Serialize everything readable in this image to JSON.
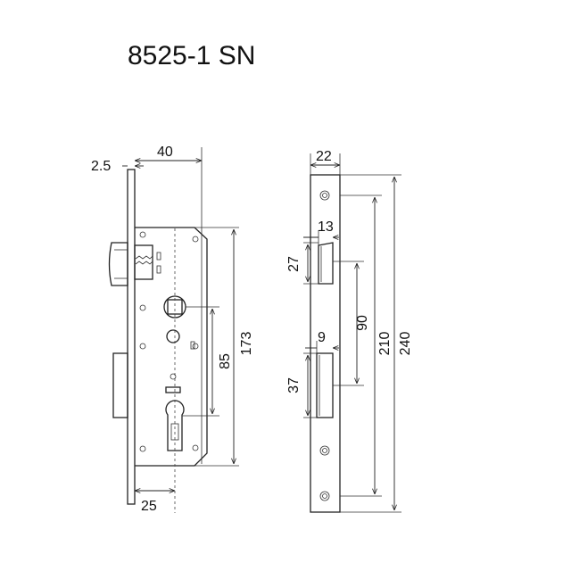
{
  "title": "8525-1 SN",
  "dimensions": {
    "backset_offset": "2.5",
    "backset": "40",
    "center_distance": "85",
    "body_height": "173",
    "bottom_backset": "25",
    "faceplate_width": "22",
    "latch_offset": "13",
    "latch_height": "27",
    "latch_to_bolt": "90",
    "screw_pitch": "210",
    "faceplate_length": "240",
    "bolt_offset": "9",
    "bolt_height": "37"
  }
}
